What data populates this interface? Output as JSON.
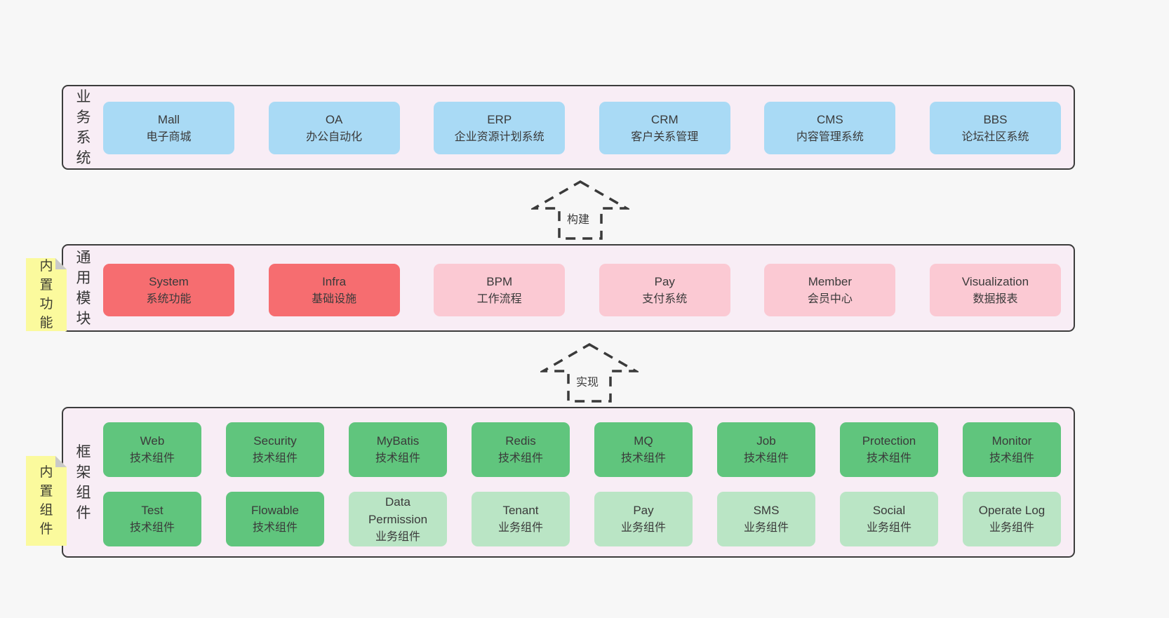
{
  "colors": {
    "page_bg": "#f7f7f7",
    "panel_bg": "#f8edf5",
    "panel_border": "#3c3c3c",
    "box_blue": "#a9daf5",
    "box_red": "#f66d70",
    "box_pink": "#fbc9d3",
    "box_green": "#60c57d",
    "box_lightgreen": "#bae5c5",
    "note_yellow": "#fbfa9d",
    "note_fold_gray": "#c9c9c9",
    "text": "#3a3a3a"
  },
  "arrows": [
    {
      "label": "构建"
    },
    {
      "label": "实现"
    }
  ],
  "sections": {
    "business": {
      "label": "业务系统",
      "boxes": [
        {
          "title": "Mall",
          "subtitle": "电子商城"
        },
        {
          "title": "OA",
          "subtitle": "办公自动化"
        },
        {
          "title": "ERP",
          "subtitle": "企业资源计划系统"
        },
        {
          "title": "CRM",
          "subtitle": "客户关系管理"
        },
        {
          "title": "CMS",
          "subtitle": "内容管理系统"
        },
        {
          "title": "BBS",
          "subtitle": "论坛社区系统"
        }
      ]
    },
    "modules": {
      "label": "通用模块",
      "note": "内置功能",
      "boxes": [
        {
          "title": "System",
          "subtitle": "系统功能",
          "variant": "red"
        },
        {
          "title": "Infra",
          "subtitle": "基础设施",
          "variant": "red"
        },
        {
          "title": "BPM",
          "subtitle": "工作流程",
          "variant": "pink"
        },
        {
          "title": "Pay",
          "subtitle": "支付系统",
          "variant": "pink"
        },
        {
          "title": "Member",
          "subtitle": "会员中心",
          "variant": "pink"
        },
        {
          "title": "Visualization",
          "subtitle": "数据报表",
          "variant": "pink"
        }
      ]
    },
    "framework": {
      "label": "框架组件",
      "note": "内置组件",
      "row1": [
        {
          "title": "Web",
          "subtitle": "技术组件",
          "variant": "green"
        },
        {
          "title": "Security",
          "subtitle": "技术组件",
          "variant": "green"
        },
        {
          "title": "MyBatis",
          "subtitle": "技术组件",
          "variant": "green"
        },
        {
          "title": "Redis",
          "subtitle": "技术组件",
          "variant": "green"
        },
        {
          "title": "MQ",
          "subtitle": "技术组件",
          "variant": "green"
        },
        {
          "title": "Job",
          "subtitle": "技术组件",
          "variant": "green"
        },
        {
          "title": "Protection",
          "subtitle": "技术组件",
          "variant": "green"
        },
        {
          "title": "Monitor",
          "subtitle": "技术组件",
          "variant": "green"
        }
      ],
      "row2": [
        {
          "title": "Test",
          "subtitle": "技术组件",
          "variant": "green"
        },
        {
          "title": "Flowable",
          "subtitle": "技术组件",
          "variant": "green"
        },
        {
          "title": "Data Permission",
          "subtitle": "业务组件",
          "variant": "lightgreen"
        },
        {
          "title": "Tenant",
          "subtitle": "业务组件",
          "variant": "lightgreen"
        },
        {
          "title": "Pay",
          "subtitle": "业务组件",
          "variant": "lightgreen"
        },
        {
          "title": "SMS",
          "subtitle": "业务组件",
          "variant": "lightgreen"
        },
        {
          "title": "Social",
          "subtitle": "业务组件",
          "variant": "lightgreen"
        },
        {
          "title": "Operate Log",
          "subtitle": "业务组件",
          "variant": "lightgreen"
        }
      ]
    }
  }
}
